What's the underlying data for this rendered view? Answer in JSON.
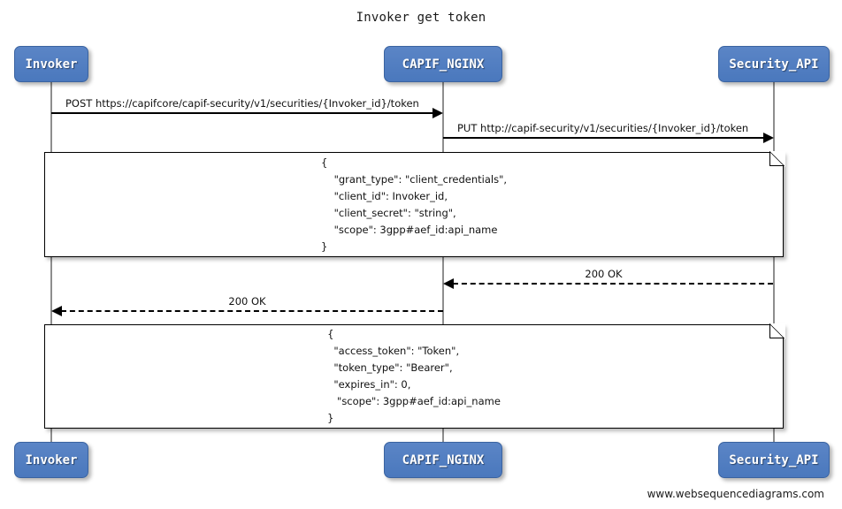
{
  "diagram": {
    "title": "Invoker get token",
    "footer": "www.websequencediagrams.com",
    "type": "sequence-diagram"
  },
  "participants": [
    {
      "id": "invoker",
      "label": "Invoker"
    },
    {
      "id": "capif_nginx",
      "label": "CAPIF_NGINX"
    },
    {
      "id": "security_api",
      "label": "Security_API"
    }
  ],
  "messages": [
    {
      "id": "msg1",
      "label": "POST https://capifcore/capif-security/v1/securities/{Invoker_id}/token",
      "from": "invoker",
      "to": "capif_nginx",
      "style": "solid",
      "direction": "right"
    },
    {
      "id": "msg2",
      "label": "PUT http://capif-security/v1/securities/{Invoker_id}/token",
      "from": "capif_nginx",
      "to": "security_api",
      "style": "solid",
      "direction": "right"
    },
    {
      "id": "msg3",
      "label": "200 OK",
      "from": "security_api",
      "to": "capif_nginx",
      "style": "dashed",
      "direction": "left"
    },
    {
      "id": "msg4",
      "label": "200 OK",
      "from": "capif_nginx",
      "to": "invoker",
      "style": "dashed",
      "direction": "left"
    }
  ],
  "notes": [
    {
      "id": "note-request-body",
      "text": "{\n    \"grant_type\": \"client_credentials\",\n    \"client_id\": Invoker_id,\n    \"client_secret\": \"string\",\n    \"scope\": 3gpp#aef_id:api_name\n}"
    },
    {
      "id": "note-response-body",
      "text": "{\n  \"access_token\": \"Token\",\n  \"token_type\": \"Bearer\",\n  \"expires_in\": 0,\n   \"scope\": 3gpp#aef_id:api_name\n}"
    }
  ],
  "colors": {
    "participant_fill": "#4f7fc1",
    "participant_border": "#3a63a0",
    "participant_text": "#ffffff",
    "lifeline": "#8e8e8e",
    "arrow": "#000000",
    "note_fill": "#ffffff",
    "background": "#ffffff"
  }
}
